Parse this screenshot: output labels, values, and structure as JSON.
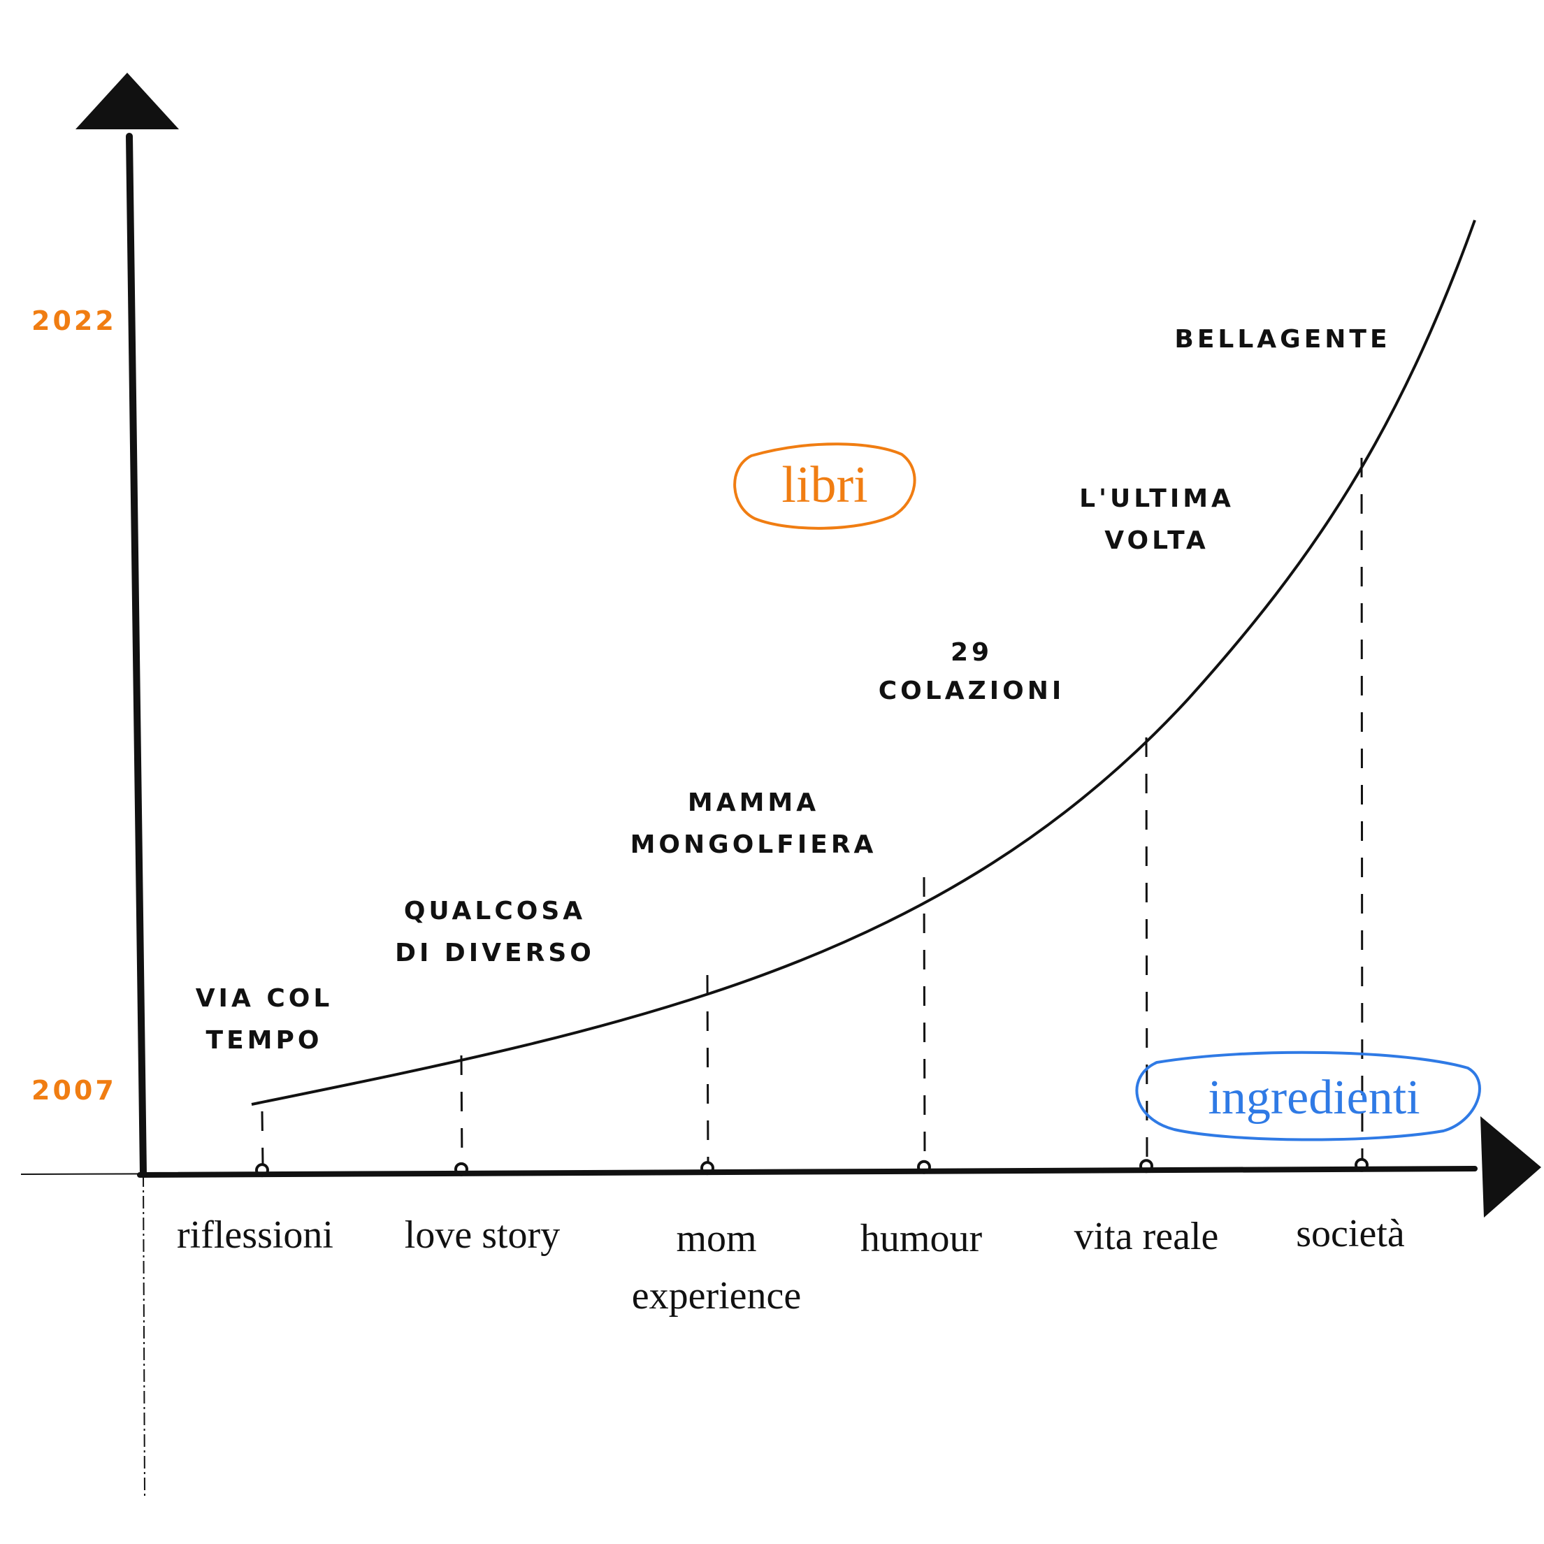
{
  "chart_data": {
    "type": "line",
    "y_axis_label": "libri",
    "x_axis_label": "ingredienti",
    "y_ticks": [
      "2007",
      "2022"
    ],
    "categories": [
      {
        "lines": [
          "riflessioni"
        ]
      },
      {
        "lines": [
          "love story"
        ]
      },
      {
        "lines": [
          "mom",
          "experience"
        ]
      },
      {
        "lines": [
          "humour"
        ]
      },
      {
        "lines": [
          "vita reale"
        ]
      },
      {
        "lines": [
          "società"
        ]
      }
    ],
    "books": [
      {
        "lines": [
          "VIA COL",
          "TEMPO"
        ],
        "category_index": 0
      },
      {
        "lines": [
          "QUALCOSA",
          "DI DIVERSO"
        ],
        "category_index": 1
      },
      {
        "lines": [
          "MAMMA",
          "MONGOLFIERA"
        ],
        "category_index": 2
      },
      {
        "lines": [
          "29",
          "COLAZIONI"
        ],
        "category_index": 3
      },
      {
        "lines": [
          "L'ULTIMA",
          "VOLTA"
        ],
        "category_index": 4
      },
      {
        "lines": [
          "BELLAGENTE"
        ],
        "category_index": 5
      }
    ],
    "curve": "exponential",
    "colors": {
      "ink": "#111111",
      "orange": "#f07d12",
      "blue": "#2f7ae5"
    }
  }
}
